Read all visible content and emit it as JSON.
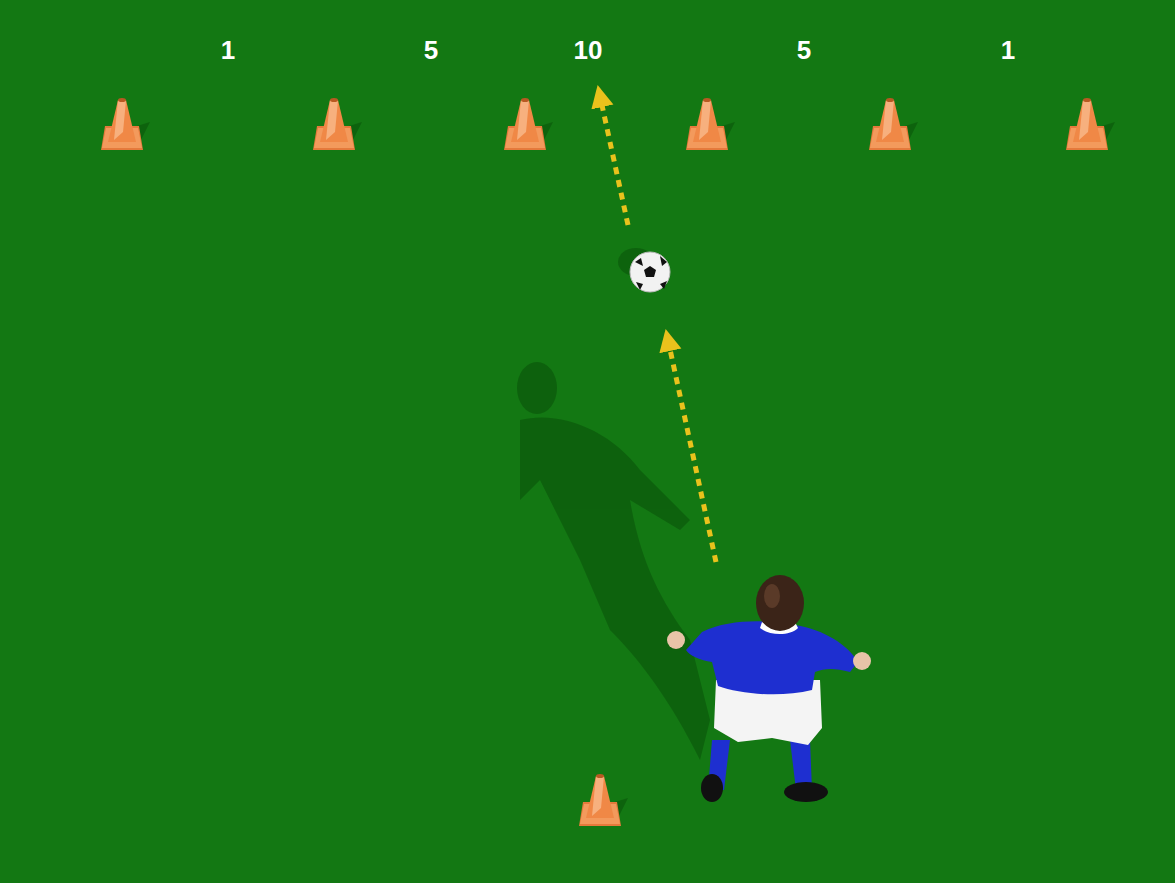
{
  "diagram": {
    "labels": [
      "1",
      "5",
      "10",
      "5",
      "1"
    ]
  }
}
